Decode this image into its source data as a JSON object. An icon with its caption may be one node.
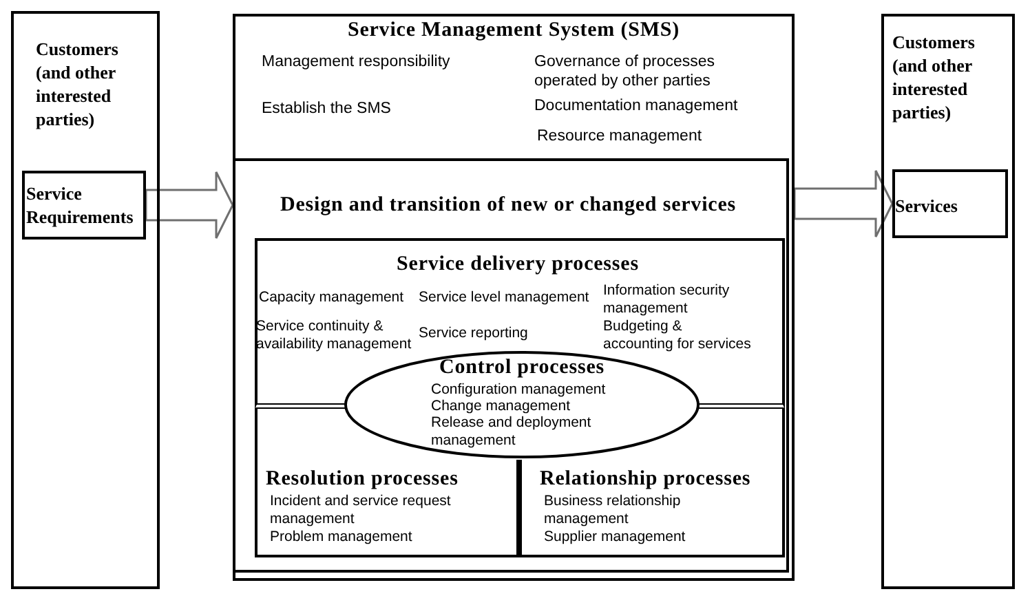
{
  "diagram": {
    "nodes": [
      {
        "text": [
          "Customers (and other interested parties)"
        ]
      },
      {
        "text": [
          "Service Requirements"
        ],
        "in": 0
      },
      {
        "text": [
          "Service Management System (SMS)",
          "Management responsibility",
          "Governance of processes operated by other parties",
          "Establish the SMS",
          "Documentation management",
          "Resource management"
        ]
      },
      {
        "text": [
          "Design and transition of new or changed services"
        ],
        "in": 2
      },
      {
        "text": [
          "Service delivery processes",
          "Capacity management",
          "Service level management",
          "Information security management",
          "Service continuity & availability management",
          "Service reporting",
          "Budgeting & accounting for services"
        ],
        "in": 3
      },
      {
        "text": [
          "Control processes",
          "Configuration management",
          "Change management",
          "Release and deployment management"
        ],
        "in": 3
      },
      {
        "text": [
          "Resolution processes",
          "Incident and service request management",
          "Problem management"
        ],
        "in": 3
      },
      {
        "text": [
          "Relationship processes",
          "Business relationship management",
          "Supplier management"
        ],
        "in": 3
      },
      {
        "text": [
          "Customers (and other interested parties)"
        ]
      },
      {
        "text": [
          "Services"
        ],
        "in": 8
      }
    ],
    "edges": [
      {
        "from": 1,
        "to": 2,
        "arrow": "to"
      },
      {
        "from": 2,
        "to": 9,
        "arrow": "to"
      }
    ]
  }
}
